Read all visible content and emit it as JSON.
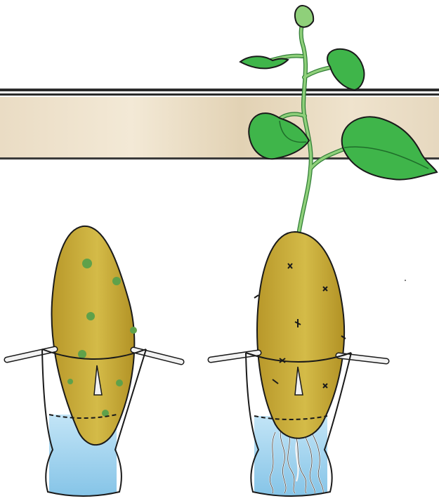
{
  "scene": {
    "subject": "potato-in-water-experiment",
    "left_specimen": "tuber-with-buds",
    "right_specimen": "sprouted-tuber-with-roots-and-leaves"
  },
  "colors": {
    "background": "#ffffff",
    "shelf_stone": "#e6d8bf",
    "shelf_rail": "#2b2b2b",
    "potato": "#c9ae3c",
    "potato_shadow": "#a98f28",
    "leaf": "#3fb54a",
    "leaf_dark": "#1f8a35",
    "stem": "#7cc56a",
    "water": "#9fd3ef",
    "glass_outline": "#1a1a1a",
    "toothpick": "#f2f2f2",
    "roots": "#f5f5f5"
  }
}
